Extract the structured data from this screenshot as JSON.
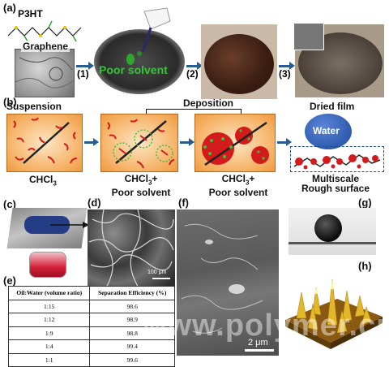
{
  "panel_labels": {
    "a": "(a)",
    "b": "(b)",
    "c": "(c)",
    "d": "(d)",
    "e": "(e)",
    "f": "(f)",
    "g": "(g)",
    "h": "(h)"
  },
  "panel_a": {
    "p3ht_label": "P3HT",
    "graphene_label": "Graphene",
    "poor_solvent_label": "Poor solvent",
    "steps": [
      "(1)",
      "(2)",
      "(3)"
    ]
  },
  "panel_b": {
    "suspension_label": "Suspension",
    "deposition_label": "Deposition",
    "dried_film_label": "Dried film",
    "water_label": "Water",
    "solvent1": "CHCl",
    "solvent1_sub": "3",
    "solvent2_line1": "CHCl",
    "solvent2_sub": "3",
    "solvent2_plus": "+",
    "solvent2_line2": "Poor solvent",
    "solvent3_line1": "CHCl",
    "solvent3_sub": "3",
    "solvent3_plus": "+",
    "solvent3_line2": "Poor solvent",
    "surface_line1": "Multiscale",
    "surface_line2": "Rough surface"
  },
  "panel_d": {
    "scale_bar": "100 μm"
  },
  "panel_e": {
    "headers": [
      "Oil:Water (volume ratio)",
      "Separation Efficiency (%)"
    ],
    "rows": [
      [
        "1:15",
        "98.6"
      ],
      [
        "1:12",
        "98.9"
      ],
      [
        "1:9",
        "98.8"
      ],
      [
        "1:4",
        "99.4"
      ],
      [
        "1:1",
        "99.6"
      ]
    ]
  },
  "panel_f": {
    "scale_bar": "2 μm"
  },
  "watermark": "www.polymer.cn",
  "colors": {
    "arrow": "#2a5d8f",
    "water": "#2f5bb0",
    "particle": "#d41b1b",
    "green": "#3fbf3f"
  }
}
